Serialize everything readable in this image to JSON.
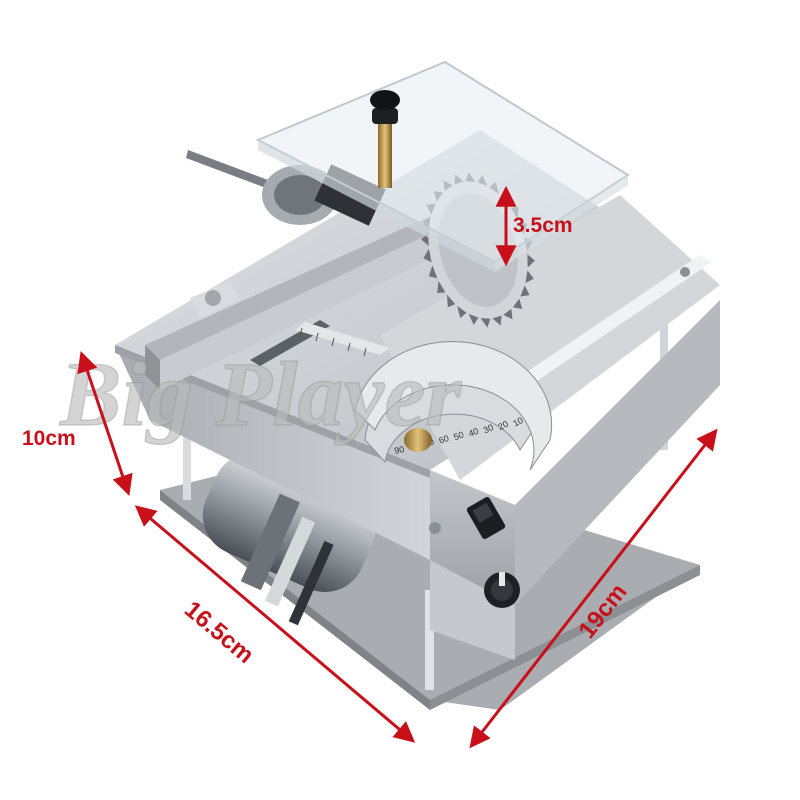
{
  "watermark": "Big Player",
  "dimensions": {
    "height": "10cm",
    "length": "16.5cm",
    "width": "19cm",
    "cut_depth": "3.5cm"
  },
  "protractor": {
    "scale_labels": [
      "90",
      "80",
      "70",
      "60",
      "50",
      "40",
      "30",
      "20",
      "10"
    ]
  },
  "colors": {
    "dimension_arrow": "#c8101a",
    "metal": "#c9ccd0",
    "metal_dark": "#9a9ea3",
    "acrylic": "#e8eef2"
  },
  "icons": {
    "switch": "rocker-switch-icon",
    "knob": "speed-knob-icon"
  }
}
